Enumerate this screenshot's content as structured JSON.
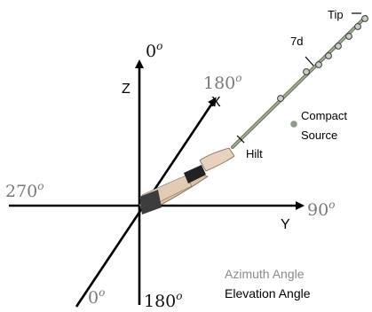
{
  "axes": {
    "z_label": "Z",
    "x_label": "X",
    "y_label": "Y"
  },
  "angles": {
    "z_top": "0",
    "x_end": "180",
    "neg_y": "270",
    "y_end": "90",
    "neg_x": "0",
    "neg_z": "180",
    "degree_symbol": "o"
  },
  "annotations": {
    "tip": "Tip",
    "seven_d": "7d",
    "hilt": "Hilt",
    "compact_line1": "Compact",
    "compact_line2": "Source"
  },
  "legend": {
    "azimuth": "Azimuth Angle",
    "elevation": "Elevation Angle"
  },
  "colors": {
    "azimuth_text": "#7a7a7a",
    "elevation_text": "#111111",
    "wand": "#6f7b5f",
    "marker_fill": "#c9cfc6",
    "source_dot": "#8f9a8b"
  }
}
